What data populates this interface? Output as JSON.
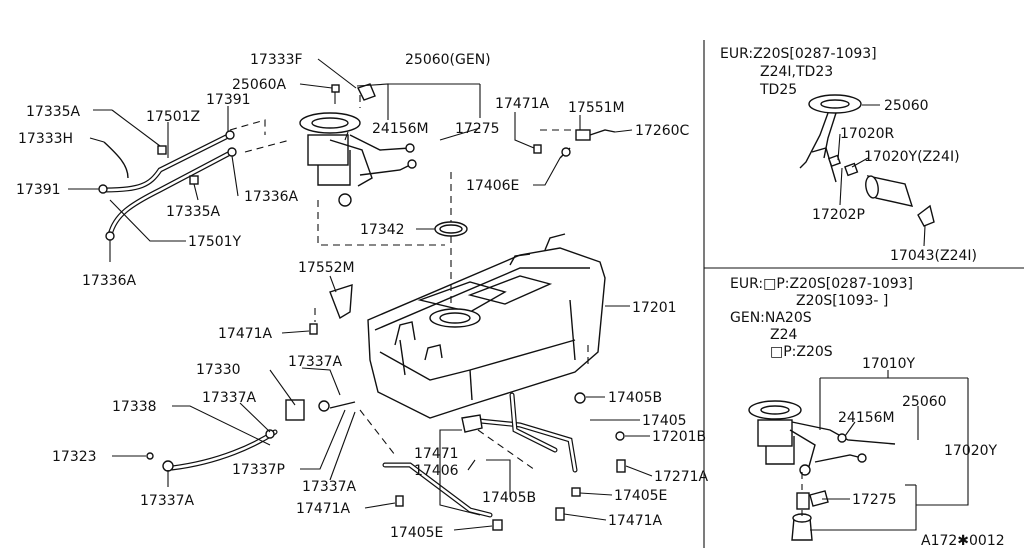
{
  "labels": {
    "p17333F": "17333F",
    "p25060GEN": "25060(GEN)",
    "p25060A": "25060A",
    "p17335A_top": "17335A",
    "p17501Z": "17501Z",
    "p17391_top": "17391",
    "p17333H": "17333H",
    "p24156M_main": "24156M",
    "p17275_main": "17275",
    "p17471A_top": "17471A",
    "p17551M": "17551M",
    "p17260C": "17260C",
    "p17391_left": "17391",
    "p17336A_mid": "17336A",
    "p17406E": "17406E",
    "p17335A_mid": "17335A",
    "p17342": "17342",
    "p17501Y": "17501Y",
    "p17336A_low": "17336A",
    "p17552M": "17552M",
    "p17201": "17201",
    "p17471A_mid": "17471A",
    "p17330": "17330",
    "p17337A_right": "17337A",
    "p17338": "17338",
    "p17337A_left": "17337A",
    "p17405B_top": "17405B",
    "p17405": "17405",
    "p17201B": "17201B",
    "p17323": "17323",
    "p17471": "17471",
    "p17337P": "17337P",
    "p17406": "17406",
    "p17271A": "17271A",
    "p17337A_bot": "17337A",
    "p17405B_bot": "17405B",
    "p17405E_right": "17405E",
    "p17337A_bot2": "17337A",
    "p17471A_bot": "17471A",
    "p17471A_botright": "17471A",
    "p17405E_bot": "17405E"
  },
  "inset_top": {
    "note_lines": [
      "EUR:Z20S[0287-1093]",
      "Z24I,TD23",
      "TD25"
    ],
    "p25060": "25060",
    "p17020R": "17020R",
    "p17020Y": "17020Y(Z24I)",
    "p17202P": "17202P",
    "p17043": "17043(Z24I)"
  },
  "inset_bottom": {
    "note_lines": [
      "EUR:□P:Z20S[0287-1093]",
      "Z20S[1093-      ]",
      "GEN:NA20S",
      "Z24",
      "□P:Z20S"
    ],
    "p17010Y": "17010Y",
    "p25060": "25060",
    "p24156M": "24156M",
    "p17020Y": "17020Y",
    "p17275": "17275"
  },
  "diagram_code": "A172✱0012"
}
